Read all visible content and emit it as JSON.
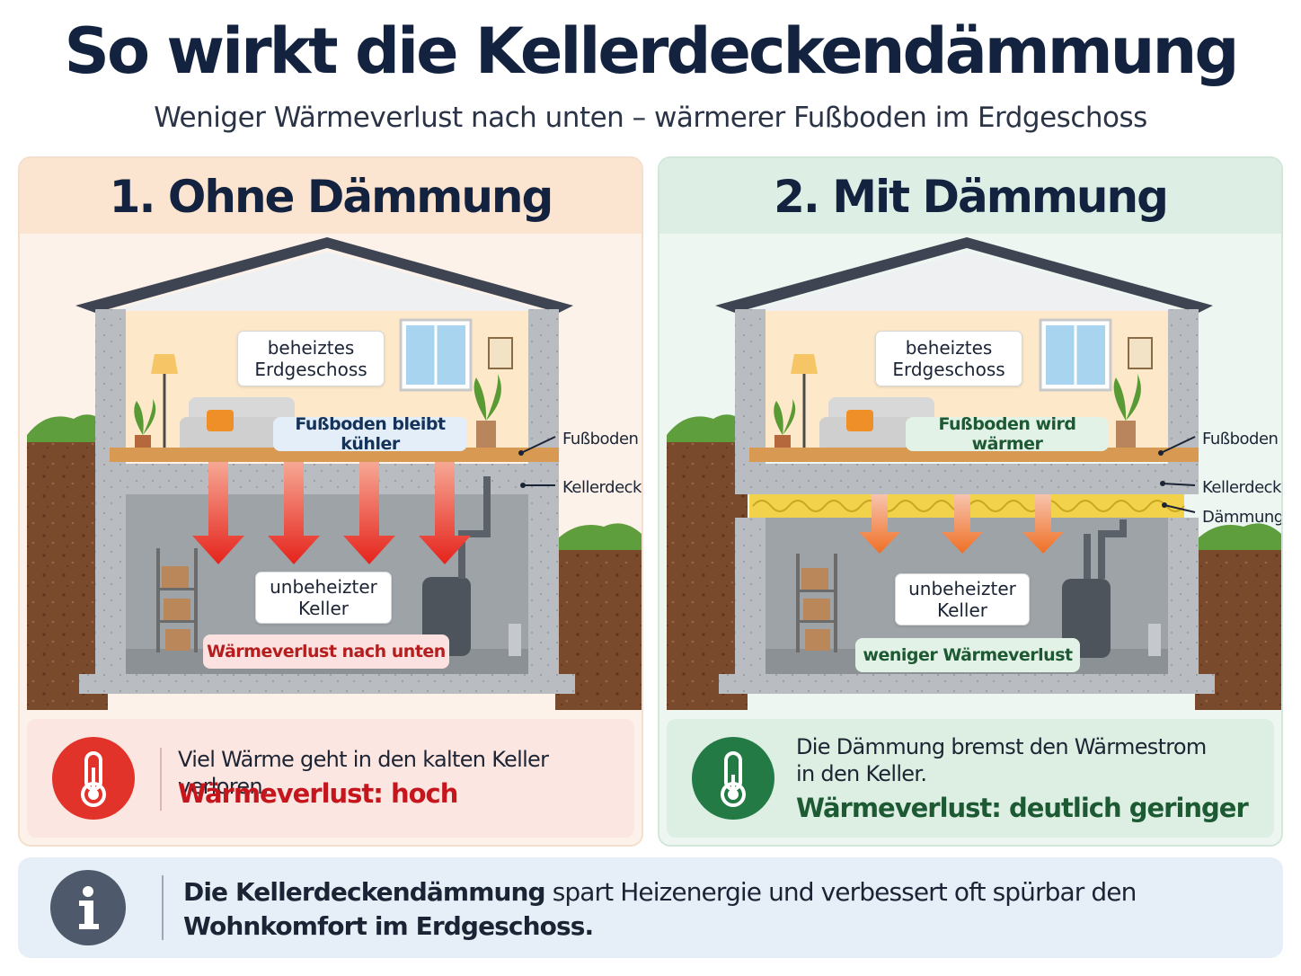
{
  "header": {
    "title": "So wirkt die Kellerdeckendämmung",
    "subtitle": "Weniger Wärmeverlust nach unten – wärmerer Fußboden im Erdgeschoss"
  },
  "panels": [
    {
      "title": "1. Ohne Dämmung",
      "heated_label": [
        "beheiztes",
        "Erdgeschoss"
      ],
      "floor_pill": "Fußboden bleibt kühler",
      "cellar_label": [
        "unbeheizter",
        "Keller"
      ],
      "loss_pill": "Wärmeverlust nach unten",
      "side_labels": [
        "Fußboden",
        "Kellerdecke"
      ],
      "info_text": "Viel Wärme geht in den kalten Keller verloren.",
      "info_strong": "Wärmeverlust: hoch",
      "accent": "#e2332a",
      "arrow_count": 4
    },
    {
      "title": "2. Mit Dämmung",
      "heated_label": [
        "beheiztes",
        "Erdgeschoss"
      ],
      "floor_pill": "Fußboden wird wärmer",
      "cellar_label": [
        "unbeheizter",
        "Keller"
      ],
      "loss_pill": "weniger Wärmeverlust",
      "side_labels": [
        "Fußboden",
        "Kellerdecke",
        "Dämmung"
      ],
      "info_text_lines": [
        "Die Dämmung bremst den Wärmestrom",
        "in den Keller."
      ],
      "info_strong": "Wärmeverlust: deutlich geringer",
      "accent": "#237a45",
      "arrow_count": 3
    }
  ],
  "footer": {
    "text_bold": "Die Kellerdeckendämmung",
    "text_rest": " spart Heizenergie und verbessert oft spürbar den",
    "text_line2": "Wohnkomfort im Erdgeschoss."
  },
  "icons": {
    "thermometer": "thermometer-icon",
    "info": "info-icon"
  }
}
